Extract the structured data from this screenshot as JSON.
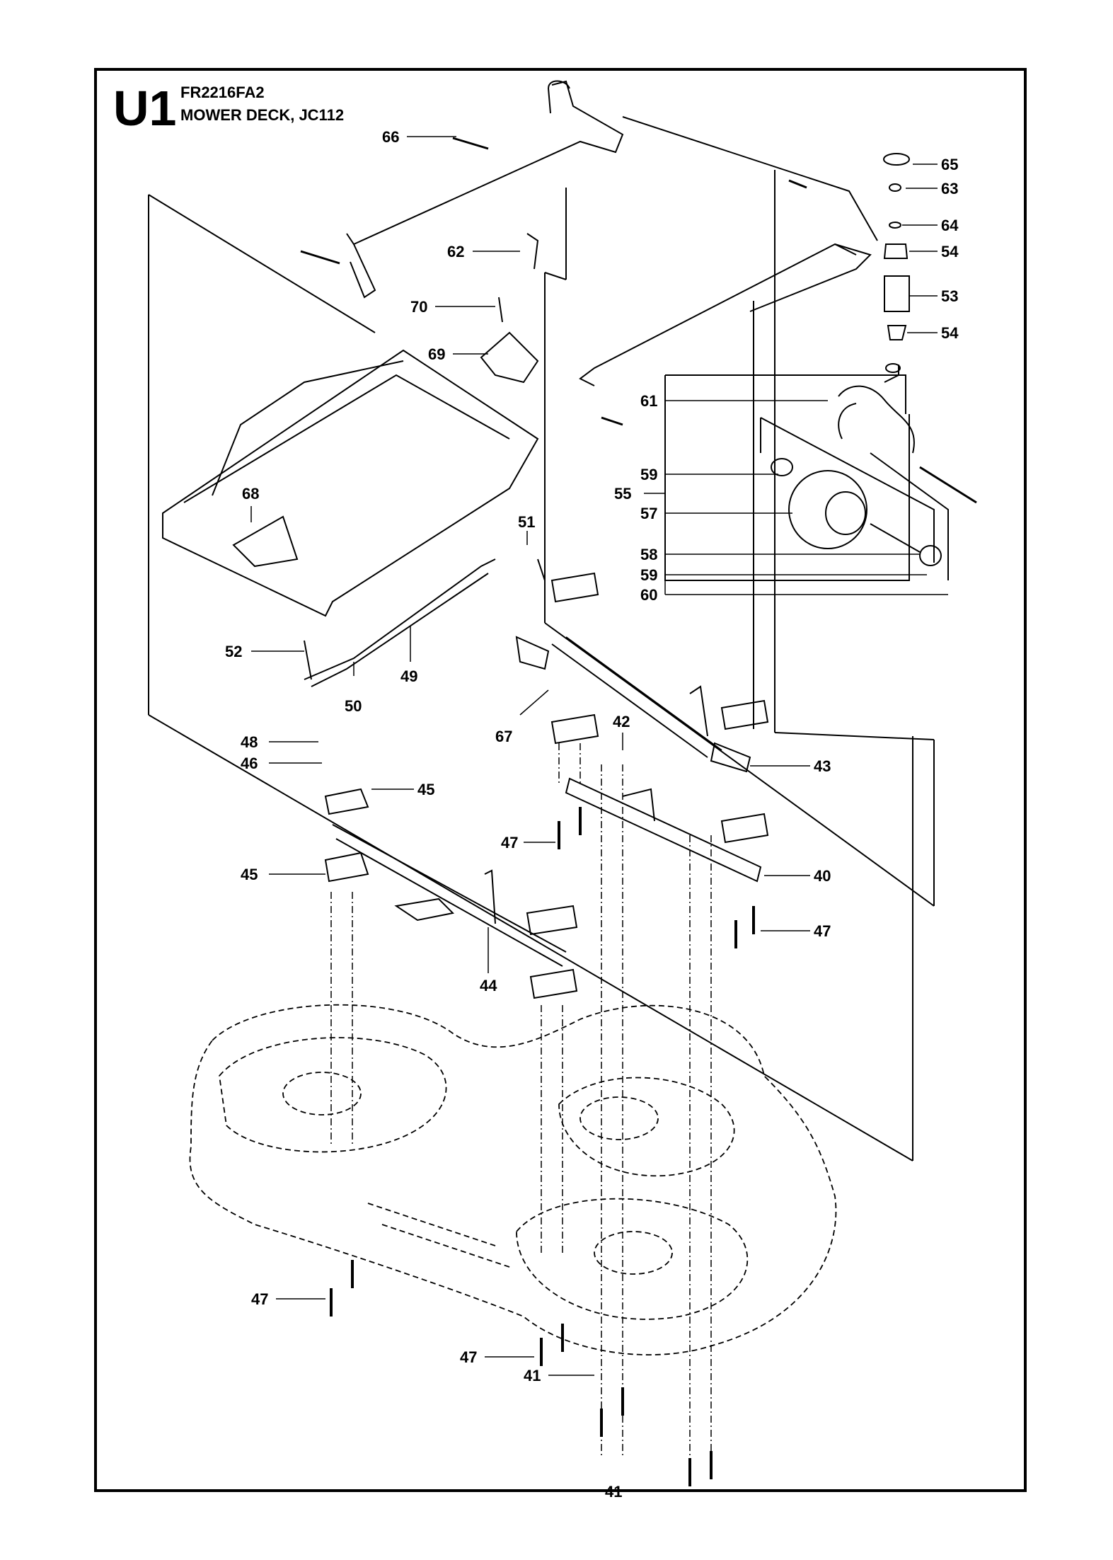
{
  "header": {
    "section": "U1",
    "code": "FR2216FA2",
    "title": "MOWER DECK, JC112"
  },
  "callouts": [
    {
      "n": "66"
    },
    {
      "n": "65"
    },
    {
      "n": "63"
    },
    {
      "n": "64"
    },
    {
      "n": "54"
    },
    {
      "n": "53"
    },
    {
      "n": "54"
    },
    {
      "n": "62"
    },
    {
      "n": "70"
    },
    {
      "n": "69"
    },
    {
      "n": "61"
    },
    {
      "n": "59"
    },
    {
      "n": "55"
    },
    {
      "n": "57"
    },
    {
      "n": "68"
    },
    {
      "n": "51"
    },
    {
      "n": "58"
    },
    {
      "n": "59"
    },
    {
      "n": "60"
    },
    {
      "n": "52"
    },
    {
      "n": "49"
    },
    {
      "n": "50"
    },
    {
      "n": "67"
    },
    {
      "n": "42"
    },
    {
      "n": "48"
    },
    {
      "n": "46"
    },
    {
      "n": "45"
    },
    {
      "n": "43"
    },
    {
      "n": "47"
    },
    {
      "n": "45"
    },
    {
      "n": "40"
    },
    {
      "n": "47"
    },
    {
      "n": "44"
    },
    {
      "n": "47"
    },
    {
      "n": "47"
    },
    {
      "n": "41"
    },
    {
      "n": "41"
    }
  ]
}
